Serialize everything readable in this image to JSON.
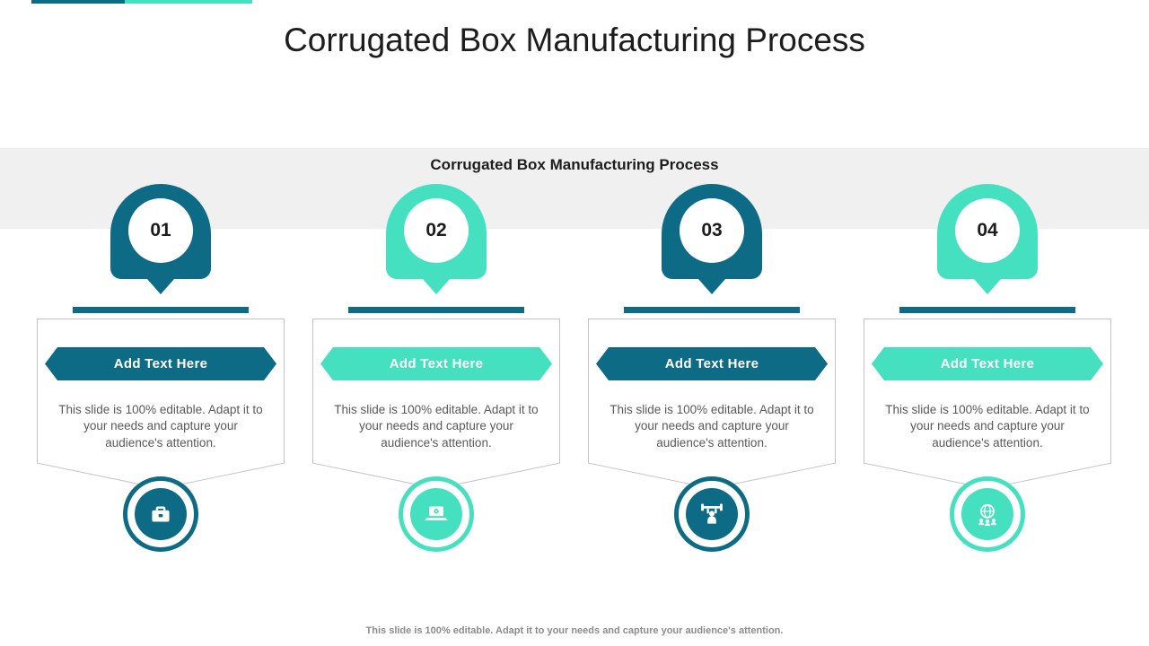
{
  "page": {
    "title": "Corrugated Box Manufacturing Process",
    "subtitle": "Corrugated Box Manufacturing Process",
    "footer": "This slide is 100% editable. Adapt it to your needs and capture your audience's attention."
  },
  "colors": {
    "dark_teal": "#0e6b85",
    "mint": "#45e0c0",
    "band_gray": "#f0f0f0",
    "card_border": "#c2c2c2",
    "body_text": "#595959"
  },
  "steps": [
    {
      "number": "01",
      "accent": "dark",
      "button_label": "Add Text Here",
      "body": "This slide is 100% editable. Adapt it to your needs and capture your audience's attention.",
      "icon": "briefcase-icon"
    },
    {
      "number": "02",
      "accent": "mint",
      "button_label": "Add Text Here",
      "body": "This slide is 100% editable. Adapt it to your needs and capture your audience's attention.",
      "icon": "laptop-gears-icon"
    },
    {
      "number": "03",
      "accent": "dark",
      "button_label": "Add Text Here",
      "body": "This slide is 100% editable. Adapt it to your needs and capture your audience's attention.",
      "icon": "weightlifter-icon"
    },
    {
      "number": "04",
      "accent": "mint",
      "button_label": "Add Text Here",
      "body": "This slide is 100% editable. Adapt it to your needs and capture your audience's attention.",
      "icon": "globe-people-icon"
    }
  ]
}
